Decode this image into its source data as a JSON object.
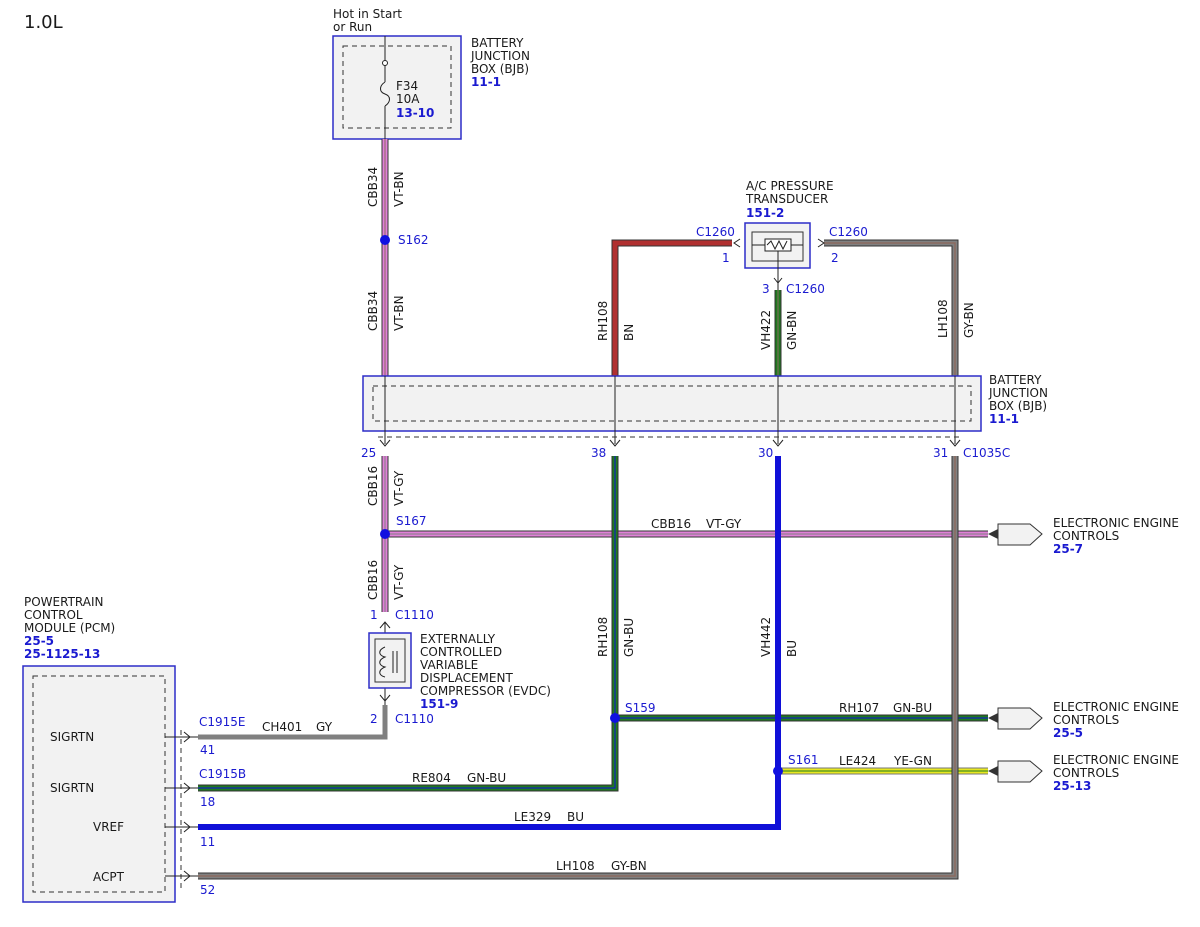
{
  "diagram": {
    "title": "1.0L",
    "bjb_top": {
      "hot_label": [
        "Hot in Start",
        "or Run"
      ],
      "name": [
        "BATTERY",
        "JUNCTION",
        "BOX (BJB)"
      ],
      "ref": "11-1",
      "fuse": "F34",
      "fuse_amp": "10A",
      "fuse_ref": "13-10"
    },
    "bjb_mid": {
      "name": [
        "BATTERY",
        "JUNCTION",
        "BOX (BJB)"
      ],
      "ref": "11-1"
    },
    "pressure_transducer": {
      "name": [
        "A/C PRESSURE",
        "TRANSDUCER"
      ],
      "ref": "151-2",
      "conn": "C1260",
      "pin1": "1",
      "pin2": "2",
      "pin3": "3"
    },
    "evdc": {
      "name": [
        "EXTERNALLY",
        "CONTROLLED",
        "VARIABLE",
        "DISPLACEMENT",
        "COMPRESSOR (EVDC)"
      ],
      "ref": "151-9",
      "conn": "C1110",
      "pin1": "1",
      "pin2": "2"
    },
    "pcm": {
      "name": [
        "POWERTRAIN",
        "CONTROL",
        "MODULE (PCM)"
      ],
      "ref1": "25-5",
      "ref2": "25-11",
      "ref3": "25-13",
      "pins": [
        {
          "label": "SIGRTN",
          "conn": "C1915E",
          "pin": "41"
        },
        {
          "label": "SIGRTN",
          "conn": "C1915B",
          "pin": "18"
        },
        {
          "label": "VREF",
          "conn": "",
          "pin": "11"
        },
        {
          "label": "ACPT",
          "conn": "",
          "pin": "52"
        }
      ]
    },
    "bjb_conn": {
      "name": "C1035C",
      "pins": [
        "25",
        "38",
        "30",
        "31"
      ]
    },
    "splices": [
      "S162",
      "S167",
      "S159",
      "S161"
    ],
    "wires": {
      "w1": {
        "circuit": "CBB34",
        "color": "VT-BN"
      },
      "w2": {
        "circuit": "CBB34",
        "color": "VT-BN"
      },
      "w3": {
        "circuit": "RH108",
        "color": "BN"
      },
      "w4": {
        "circuit": "VH422",
        "color": "GN-BN"
      },
      "w5": {
        "circuit": "LH108",
        "color": "GY-BN"
      },
      "w6": {
        "circuit": "CBB16",
        "color": "VT-GY"
      },
      "w7": {
        "circuit": "CBB16",
        "color": "VT-GY"
      },
      "w8": {
        "circuit": "CBB16",
        "color": "VT-GY"
      },
      "w9": {
        "circuit": "RH108",
        "color": "GN-BU"
      },
      "w10": {
        "circuit": "VH442",
        "color": "BU"
      },
      "w11": {
        "circuit": "CH401",
        "color": "GY"
      },
      "w12": {
        "circuit": "RH107",
        "color": "GN-BU"
      },
      "w13": {
        "circuit": "LE424",
        "color": "YE-GN"
      },
      "w14": {
        "circuit": "RE804",
        "color": "GN-BU"
      },
      "w15": {
        "circuit": "LE329",
        "color": "BU"
      },
      "w16": {
        "circuit": "LH108",
        "color": "GY-BN"
      }
    },
    "destinations": [
      {
        "name": [
          "ELECTRONIC ENGINE",
          "CONTROLS"
        ],
        "ref": "25-7"
      },
      {
        "name": [
          "ELECTRONIC ENGINE",
          "CONTROLS"
        ],
        "ref": "25-5"
      },
      {
        "name": [
          "ELECTRONIC ENGINE",
          "CONTROLS"
        ],
        "ref": "25-13"
      }
    ]
  },
  "colors": {
    "violet": "#e080d8",
    "brown": "#8a6a60",
    "red": "#b03030",
    "green": "#1f7a1f",
    "blue": "#1010d8",
    "gray": "#808080",
    "yellow": "#e8e820",
    "link": "#1a1ad0"
  }
}
